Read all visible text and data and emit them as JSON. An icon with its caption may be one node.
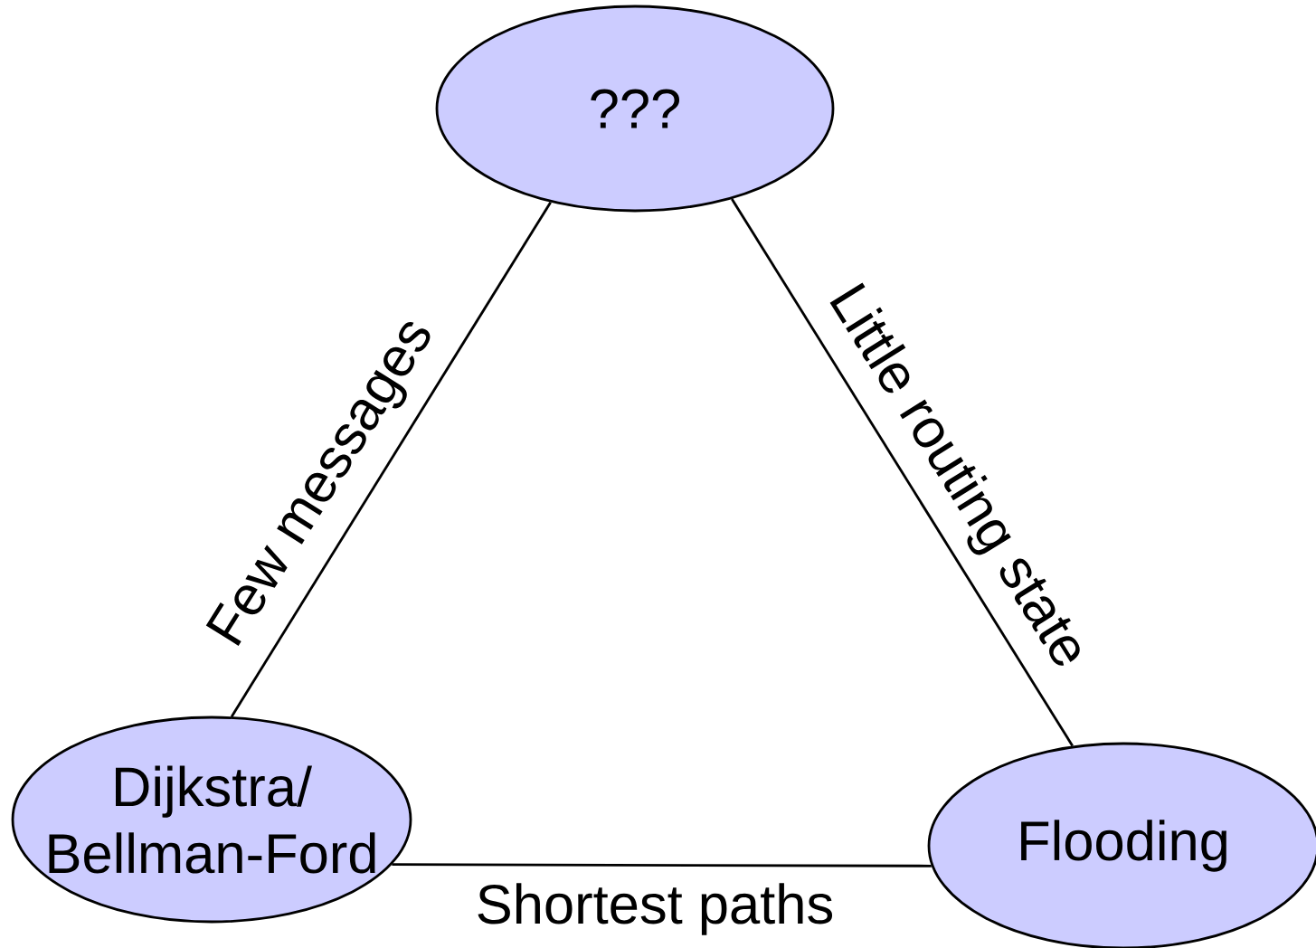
{
  "diagram": {
    "nodes": [
      {
        "text": [
          "???"
        ]
      },
      {
        "text": [
          "Dijkstra/ Bellman-Ford"
        ]
      },
      {
        "text": [
          "Flooding"
        ]
      }
    ],
    "edges": [
      {
        "from": 0,
        "to": 1,
        "arrow": "none",
        "label": "Few messages"
      },
      {
        "from": 0,
        "to": 2,
        "arrow": "none",
        "label": "Little routing state"
      },
      {
        "from": 1,
        "to": 2,
        "arrow": "none",
        "label": "Shortest paths"
      }
    ]
  }
}
